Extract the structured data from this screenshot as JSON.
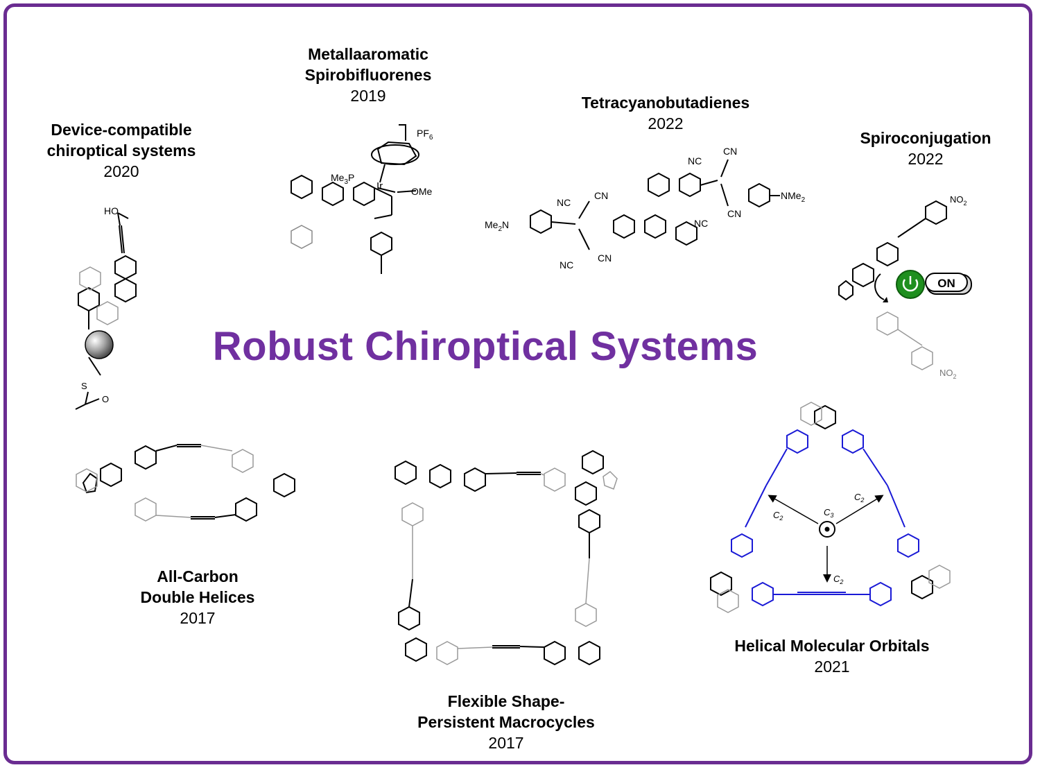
{
  "title": "Robust Chiroptical Systems",
  "colors": {
    "frame": "#6a2c91",
    "title": "#7030a0",
    "blue_orbital": "#1a1ad6",
    "power_green": "#1e8f1e"
  },
  "sections": {
    "device": {
      "line1": "Device-compatible",
      "line2": "chiroptical systems",
      "year": "2020",
      "labels": {
        "ho": "HO",
        "s": "S",
        "o": "O"
      }
    },
    "metalla": {
      "line1": "Metallaaromatic",
      "line2": "Spirobifluorenes",
      "year": "2019",
      "labels": {
        "pf6": "PF",
        "pf6_sub": "6",
        "me3p": "Me",
        "me3p_sub": "3",
        "me3p_tail": "P",
        "ir": "Ir",
        "ome": "OMe"
      }
    },
    "tcbd": {
      "line1": "Tetracyanobutadienes",
      "year": "2022",
      "labels": {
        "cn": "CN",
        "nc": "NC",
        "me2n": "Me",
        "me2n_sub": "2",
        "me2n_tail": "N",
        "nme2": "NMe",
        "nme2_sub": "2"
      }
    },
    "spiro": {
      "line1": "Spiroconjugation",
      "year": "2022",
      "labels": {
        "no2": "NO",
        "no2_sub": "2",
        "switch": "ON"
      }
    },
    "helices": {
      "line1": "All-Carbon",
      "line2": "Double Helices",
      "year": "2017"
    },
    "macro": {
      "line1": "Flexible Shape-",
      "line2": "Persistent Macrocycles",
      "year": "2017"
    },
    "orbitals": {
      "line1": "Helical Molecular Orbitals",
      "year": "2021",
      "labels": {
        "c3": "C",
        "c3_sub": "3",
        "c2": "C",
        "c2_sub": "2"
      }
    }
  }
}
